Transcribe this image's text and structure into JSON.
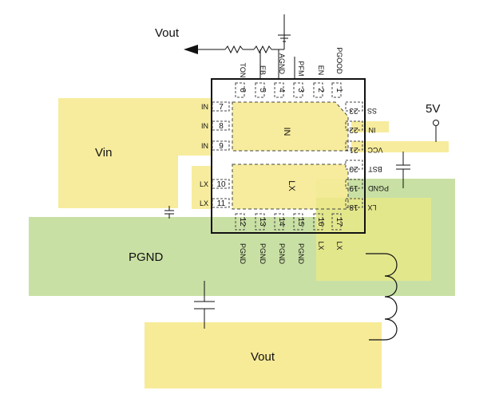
{
  "diagram": {
    "regions": {
      "vin": "Vin",
      "pgnd": "PGND",
      "vout_bottom": "Vout",
      "pad_in": "IN",
      "pad_lx": "LX"
    },
    "net_labels": {
      "vout_top": "Vout",
      "supply_5v": "5V"
    },
    "pins_top": [
      {
        "num": "6",
        "name": "TON"
      },
      {
        "num": "5",
        "name": "EB"
      },
      {
        "num": "4",
        "name": "AGND"
      },
      {
        "num": "3",
        "name": "PFM"
      },
      {
        "num": "2",
        "name": "EN"
      },
      {
        "num": "1",
        "name": "PGOOD"
      }
    ],
    "pins_left": [
      {
        "num": "7",
        "name": "IN"
      },
      {
        "num": "8",
        "name": "IN"
      },
      {
        "num": "9",
        "name": "IN"
      },
      {
        "num": "10",
        "name": "LX"
      },
      {
        "num": "11",
        "name": "LX"
      }
    ],
    "pins_right": [
      {
        "num": "23",
        "name": "SS"
      },
      {
        "num": "22",
        "name": "IN"
      },
      {
        "num": "21",
        "name": "VCC"
      },
      {
        "num": "20",
        "name": "BST"
      },
      {
        "num": "19",
        "name": "PGND"
      },
      {
        "num": "18",
        "name": "LX"
      }
    ],
    "pins_bottom": [
      {
        "num": "12",
        "name": "PGND"
      },
      {
        "num": "13",
        "name": "PGND"
      },
      {
        "num": "14",
        "name": "PGND"
      },
      {
        "num": "15",
        "name": "PGND"
      },
      {
        "num": "16",
        "name": "LX"
      },
      {
        "num": "17",
        "name": "LX"
      }
    ],
    "colors": {
      "copper_yellow": "#f7eb98",
      "ground_green": "#c9e0a4",
      "outline": "#111111"
    }
  }
}
